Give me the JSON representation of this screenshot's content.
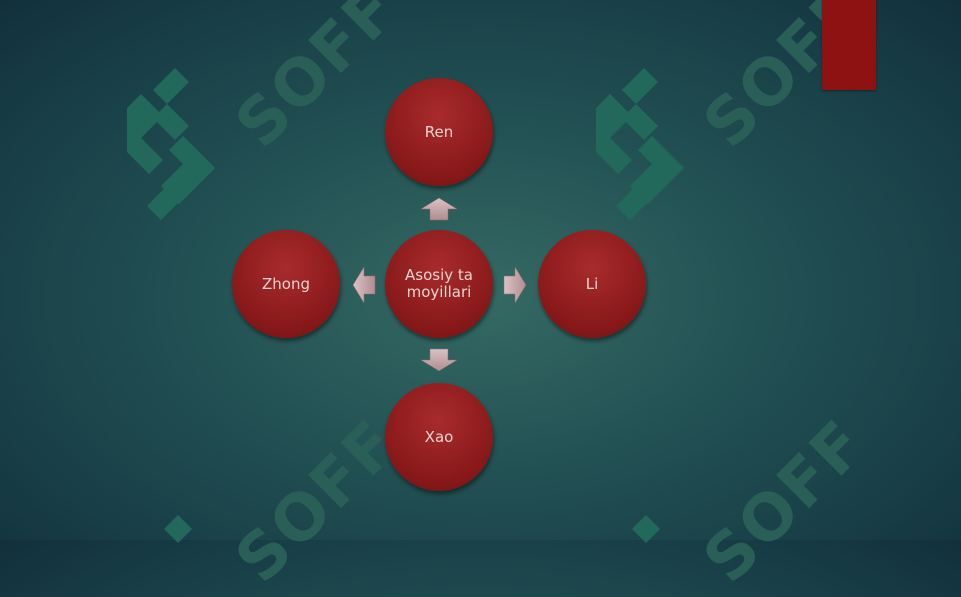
{
  "watermark": {
    "text": "SOFF"
  },
  "diagram": {
    "center": "Asosiy tamoyillari",
    "top": "Ren",
    "left": "Zhong",
    "right": "Li",
    "bottom": "Xao"
  },
  "colors": {
    "node": "#8e1c1d",
    "accent_bar": "#8f1212",
    "arrow": "#c9a7aa",
    "watermark": "#2a5f58"
  }
}
